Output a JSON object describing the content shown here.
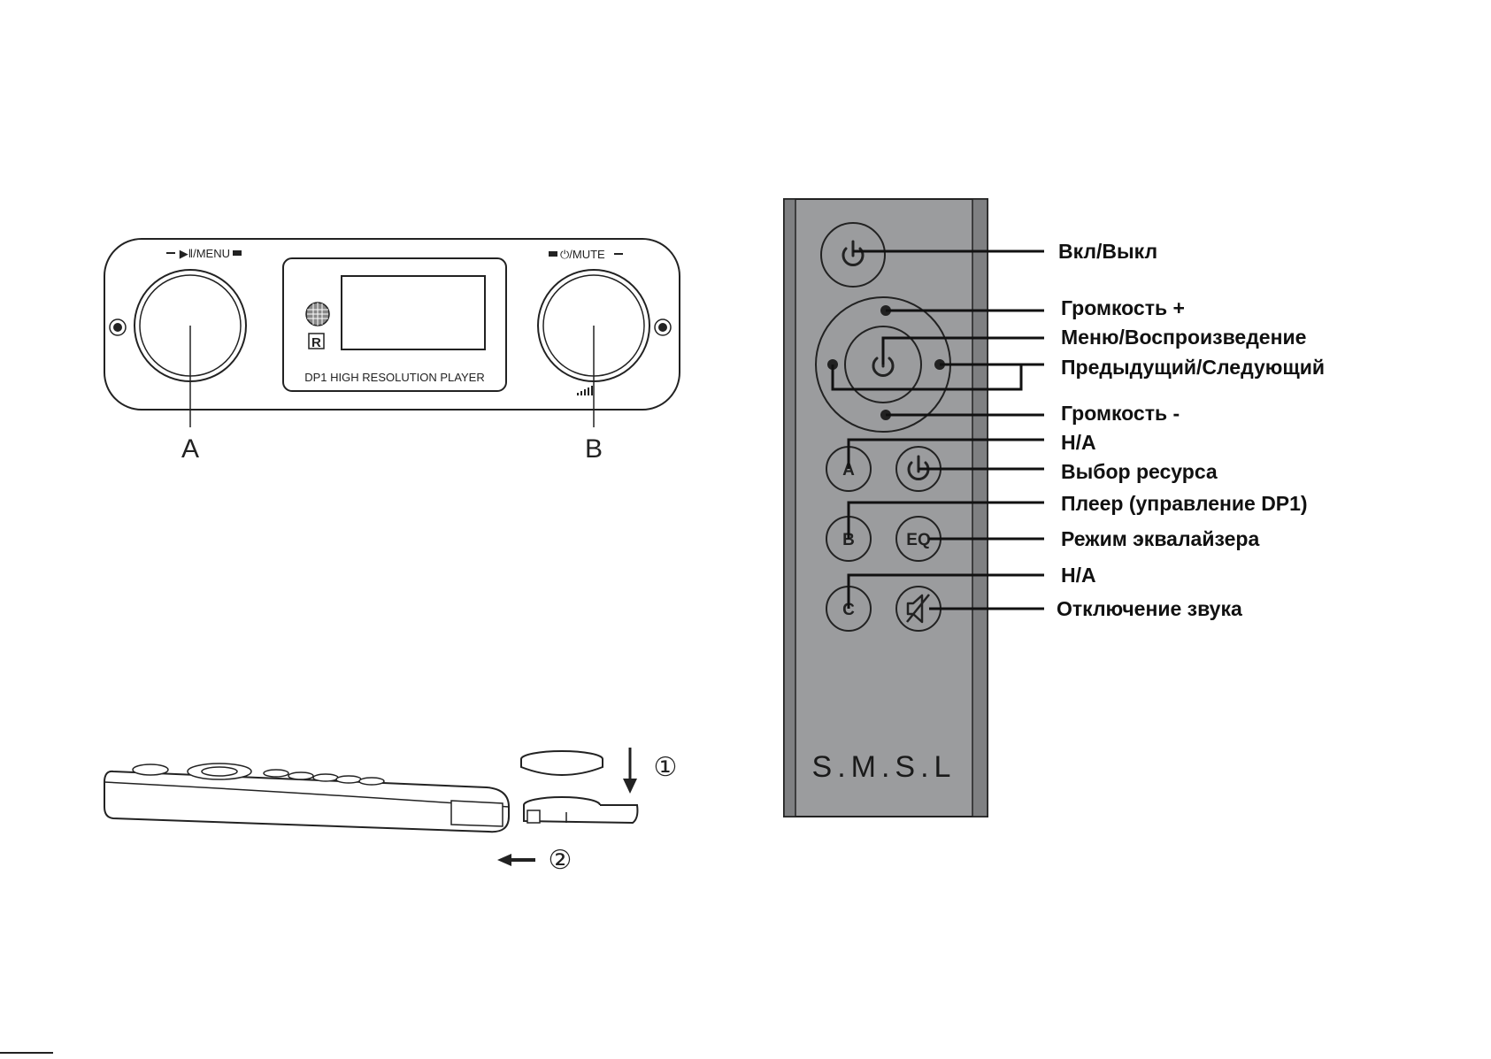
{
  "front_panel": {
    "left_knob_label": "▶‖/MENU",
    "right_knob_label": "⏻/MUTE",
    "display_caption": "DP1 HIGH RESOLUTION PLAYER",
    "ir_mark": "R",
    "callout_a": "A",
    "callout_b": "B"
  },
  "battery_install": {
    "step_1": "①",
    "step_2": "②"
  },
  "remote": {
    "brand_logo": "S.M.S.L",
    "buttons": {
      "a": "A",
      "b": "B",
      "c": "C",
      "eq": "EQ"
    },
    "labels": [
      "Вкл/Выкл",
      "Громкость +",
      "Меню/Воспроизведение",
      "Предыдущий/Следующий",
      "Громкость -",
      "Н/А",
      "Выбор ресурса",
      "Плеер (управление DP1)",
      "Режим эквалайзера",
      "Н/А",
      "Отключение звука"
    ],
    "colors": {
      "body": "#9b9c9e",
      "edge": "#7a7b7d",
      "outline": "#222222"
    }
  }
}
